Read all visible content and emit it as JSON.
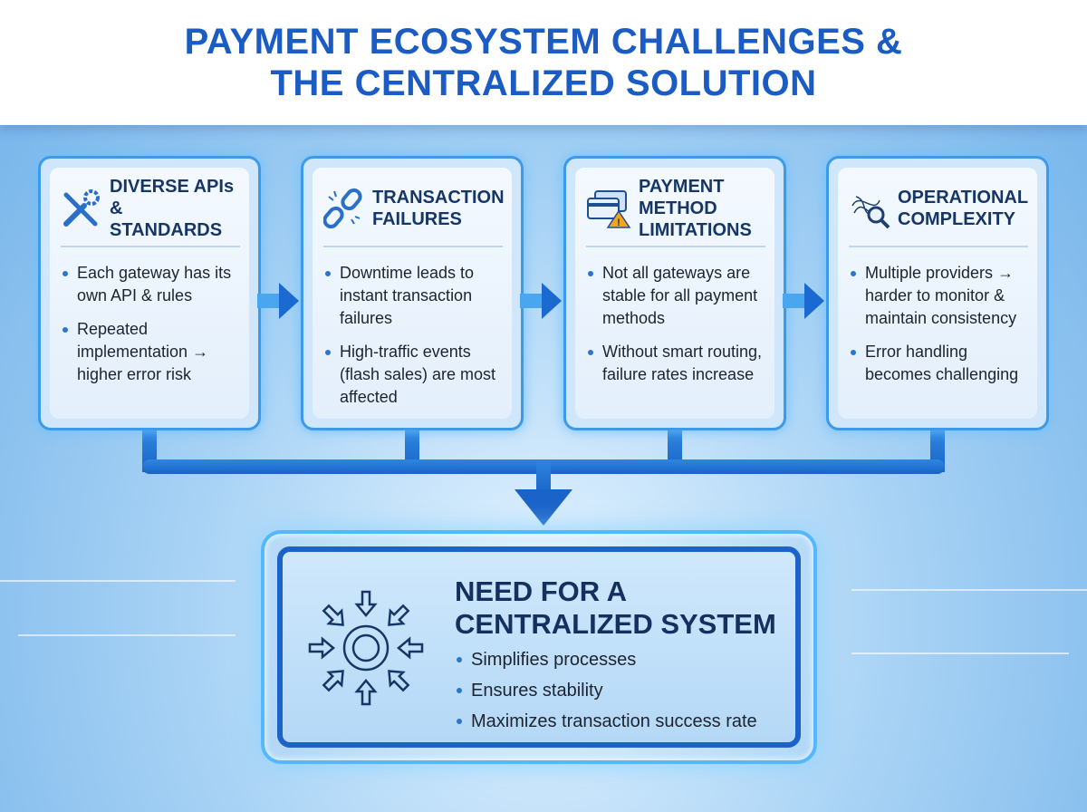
{
  "title": {
    "line1": "PAYMENT ECOSYSTEM CHALLENGES &",
    "line2": "THE CENTRALIZED SOLUTION"
  },
  "cards": [
    {
      "icon": "wrench-gear-icon",
      "title": "DIVERSE APIs & STANDARDS",
      "bullets": [
        "Each gateway has its own API & rules",
        "Repeated implementation → higher error risk"
      ]
    },
    {
      "icon": "broken-chain-icon",
      "title": "TRANSACTION FAILURES",
      "bullets": [
        "Downtime leads to instant transaction failures",
        "High-traffic events (flash sales) are most affected"
      ]
    },
    {
      "icon": "cards-warning-icon",
      "title": "PAYMENT METHOD LIMITATIONS",
      "bullets": [
        "Not all gateways are stable for all payment methods",
        "Without smart routing, failure rates increase"
      ]
    },
    {
      "icon": "tangle-magnifier-icon",
      "title": "OPERATIONAL COMPLEXITY",
      "bullets": [
        "Multiple providers → harder to monitor & maintain consistency",
        "Error handling becomes challenging"
      ]
    }
  ],
  "solution": {
    "title_line1": "NEED FOR A",
    "title_line2": "CENTRALIZED SYSTEM",
    "bullets": [
      "Simplifies processes",
      "Ensures stability",
      "Maximizes transaction success rate"
    ]
  },
  "colors": {
    "title": "#1b5cc4",
    "heading": "#14305e",
    "accent": "#2a74d2"
  }
}
